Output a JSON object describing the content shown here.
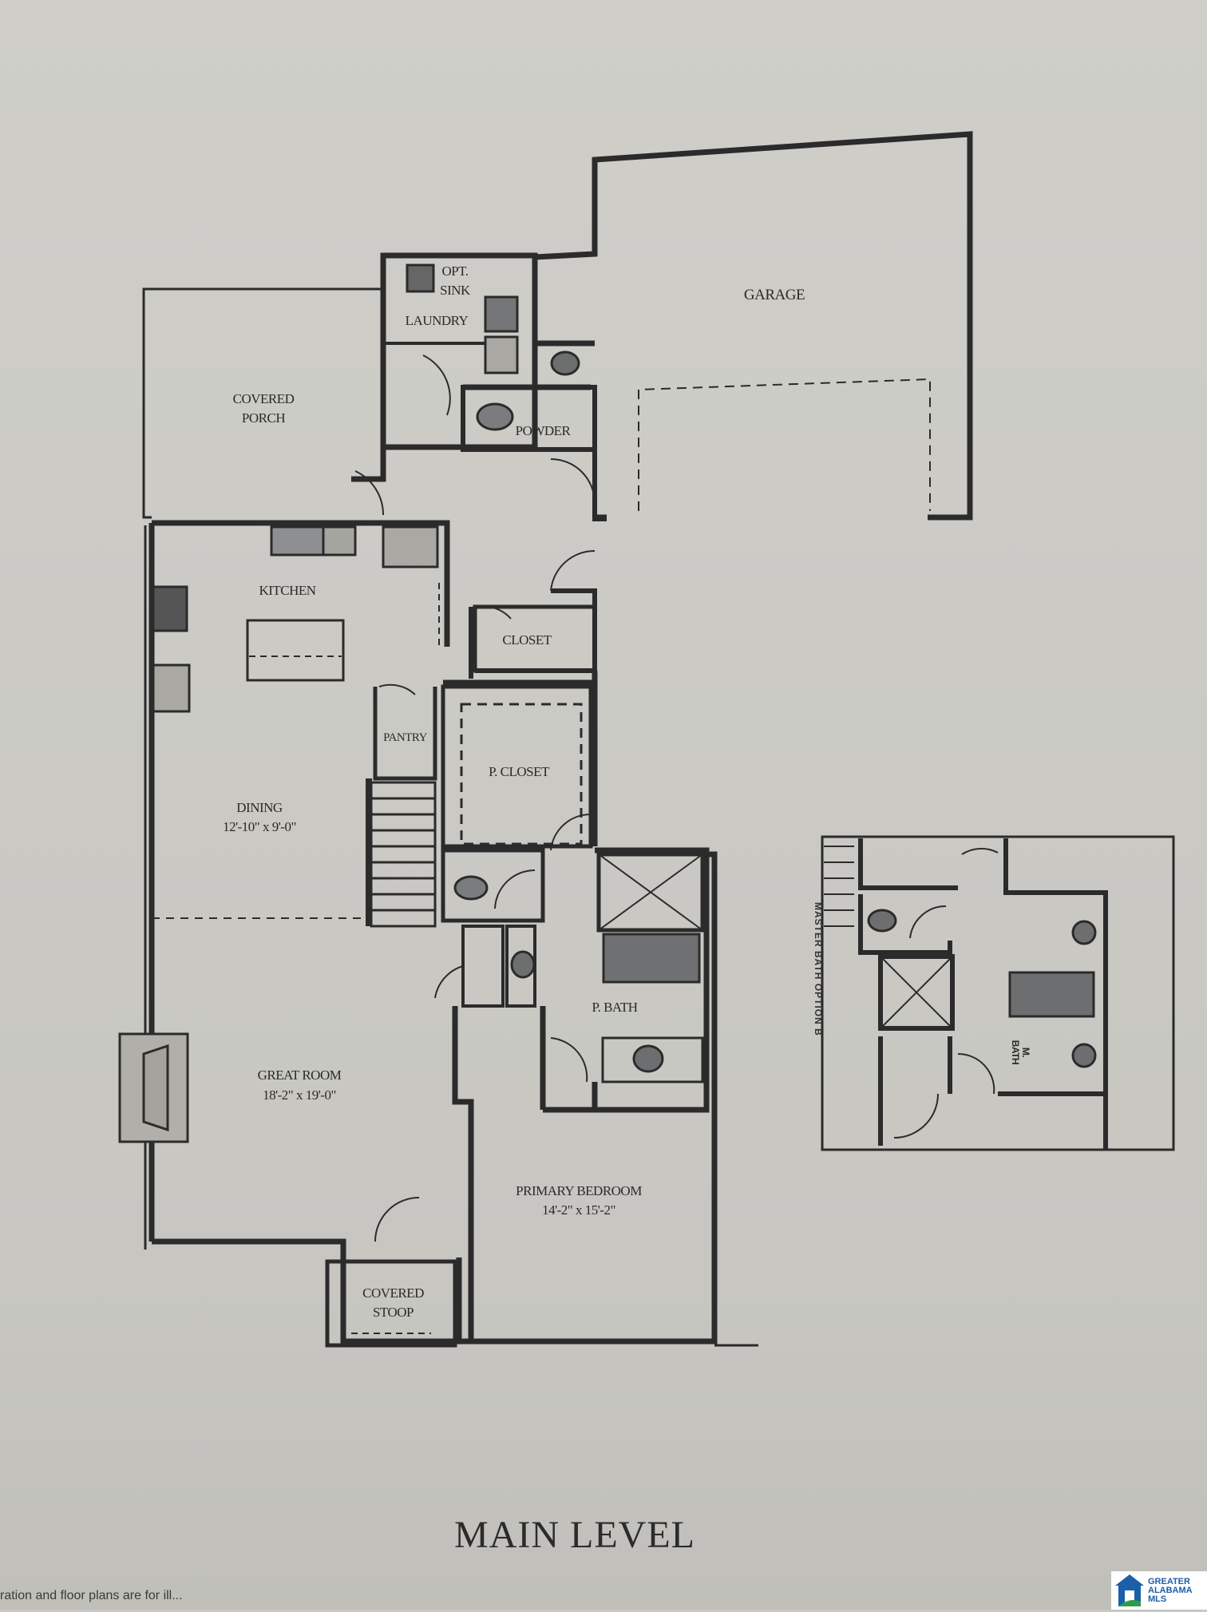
{
  "plan": {
    "title": "MAIN LEVEL",
    "footer_text": "ration and floor plans are for ill...",
    "colors": {
      "paper": "#cbcac5",
      "wall": "#2b2b2b",
      "fixture": "#8e8f90",
      "mls_blue": "#1a5fa8",
      "mls_green": "#2e9b48"
    },
    "rooms": {
      "garage": "GARAGE",
      "laundry": "LAUNDRY",
      "opt_sink": "OPT.\nSINK",
      "powder": "POWDER",
      "covered_porch": "COVERED\nPORCH",
      "kitchen": "KITCHEN",
      "closet": "CLOSET",
      "pantry": "PANTRY",
      "p_closet": "P. CLOSET",
      "dining": "DINING",
      "dining_size": "12'-10\" x 9'-0\"",
      "p_bath": "P. BATH",
      "great_room": "GREAT ROOM",
      "great_room_size": "18'-2\" x 19'-0\"",
      "primary_bedroom": "PRIMARY BEDROOM",
      "primary_bedroom_size": "14'-2\" x 15'-2\"",
      "covered_stoop": "COVERED\nSTOOP"
    },
    "option_b": {
      "label": "MASTER BATH OPTION B",
      "room": "M.\nBATH"
    },
    "mls_logo": {
      "line1": "GREATER",
      "line2": "ALABAMA",
      "line3": "MLS"
    }
  }
}
